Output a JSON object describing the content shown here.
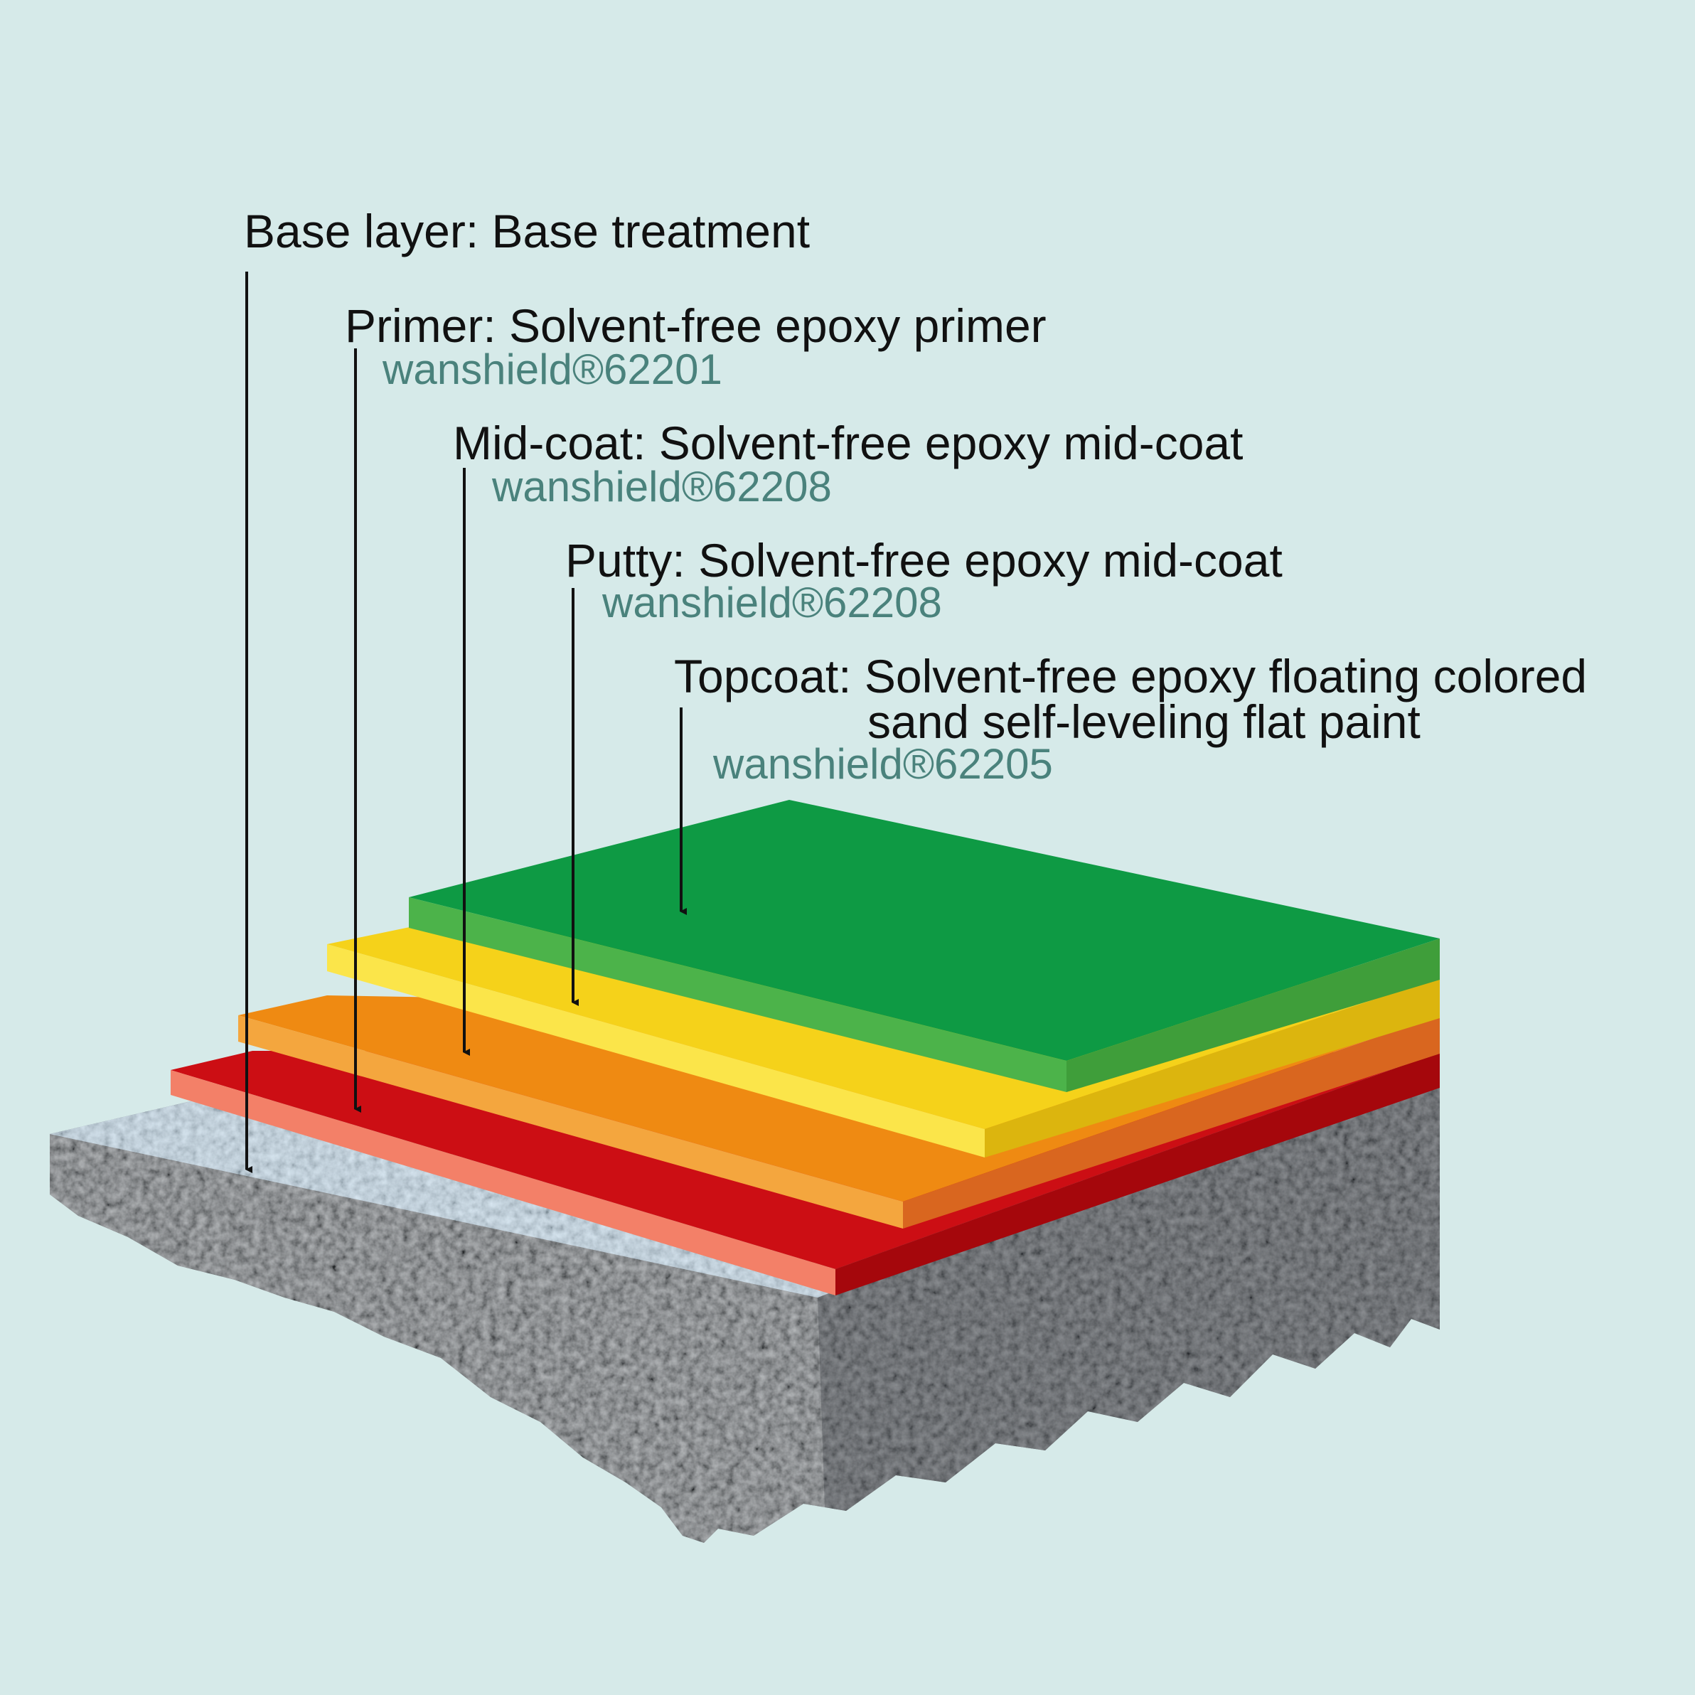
{
  "colors": {
    "background": "#d6eae9",
    "label_text": "#111111",
    "product_text": "#4a827c",
    "leader_line": "#111111",
    "concrete_top": "#5d6469",
    "concrete_side": "#4a4f54",
    "base_treatment": "#a8c2d4",
    "primer_top": "#cc0e14",
    "primer_front": "#f38068",
    "primer_side": "#a5070c",
    "midcoat_top": "#ef8a12",
    "midcoat_front": "#f4a63e",
    "midcoat_side": "#d9661f",
    "putty_top": "#f5d21a",
    "putty_front": "#fbe54a",
    "putty_side": "#dcb50e",
    "topcoat_top": "#0e9a44",
    "topcoat_front": "#4cb34a",
    "topcoat_side": "#3f9e3a"
  },
  "layers": [
    {
      "id": "base",
      "title": "Base layer: Base treatment"
    },
    {
      "id": "primer",
      "title": "Primer: Solvent-free epoxy primer",
      "product": "wanshield®62201"
    },
    {
      "id": "midcoat",
      "title": "Mid-coat: Solvent-free epoxy mid-coat",
      "product": "wanshield®62208"
    },
    {
      "id": "putty",
      "title": "Putty: Solvent-free epoxy mid-coat",
      "product": "wanshield®62208"
    },
    {
      "id": "topcoat",
      "title": "Topcoat: Solvent-free epoxy floating colored",
      "title_line2": "sand self-leveling flat paint",
      "product": "wanshield®62205"
    }
  ]
}
